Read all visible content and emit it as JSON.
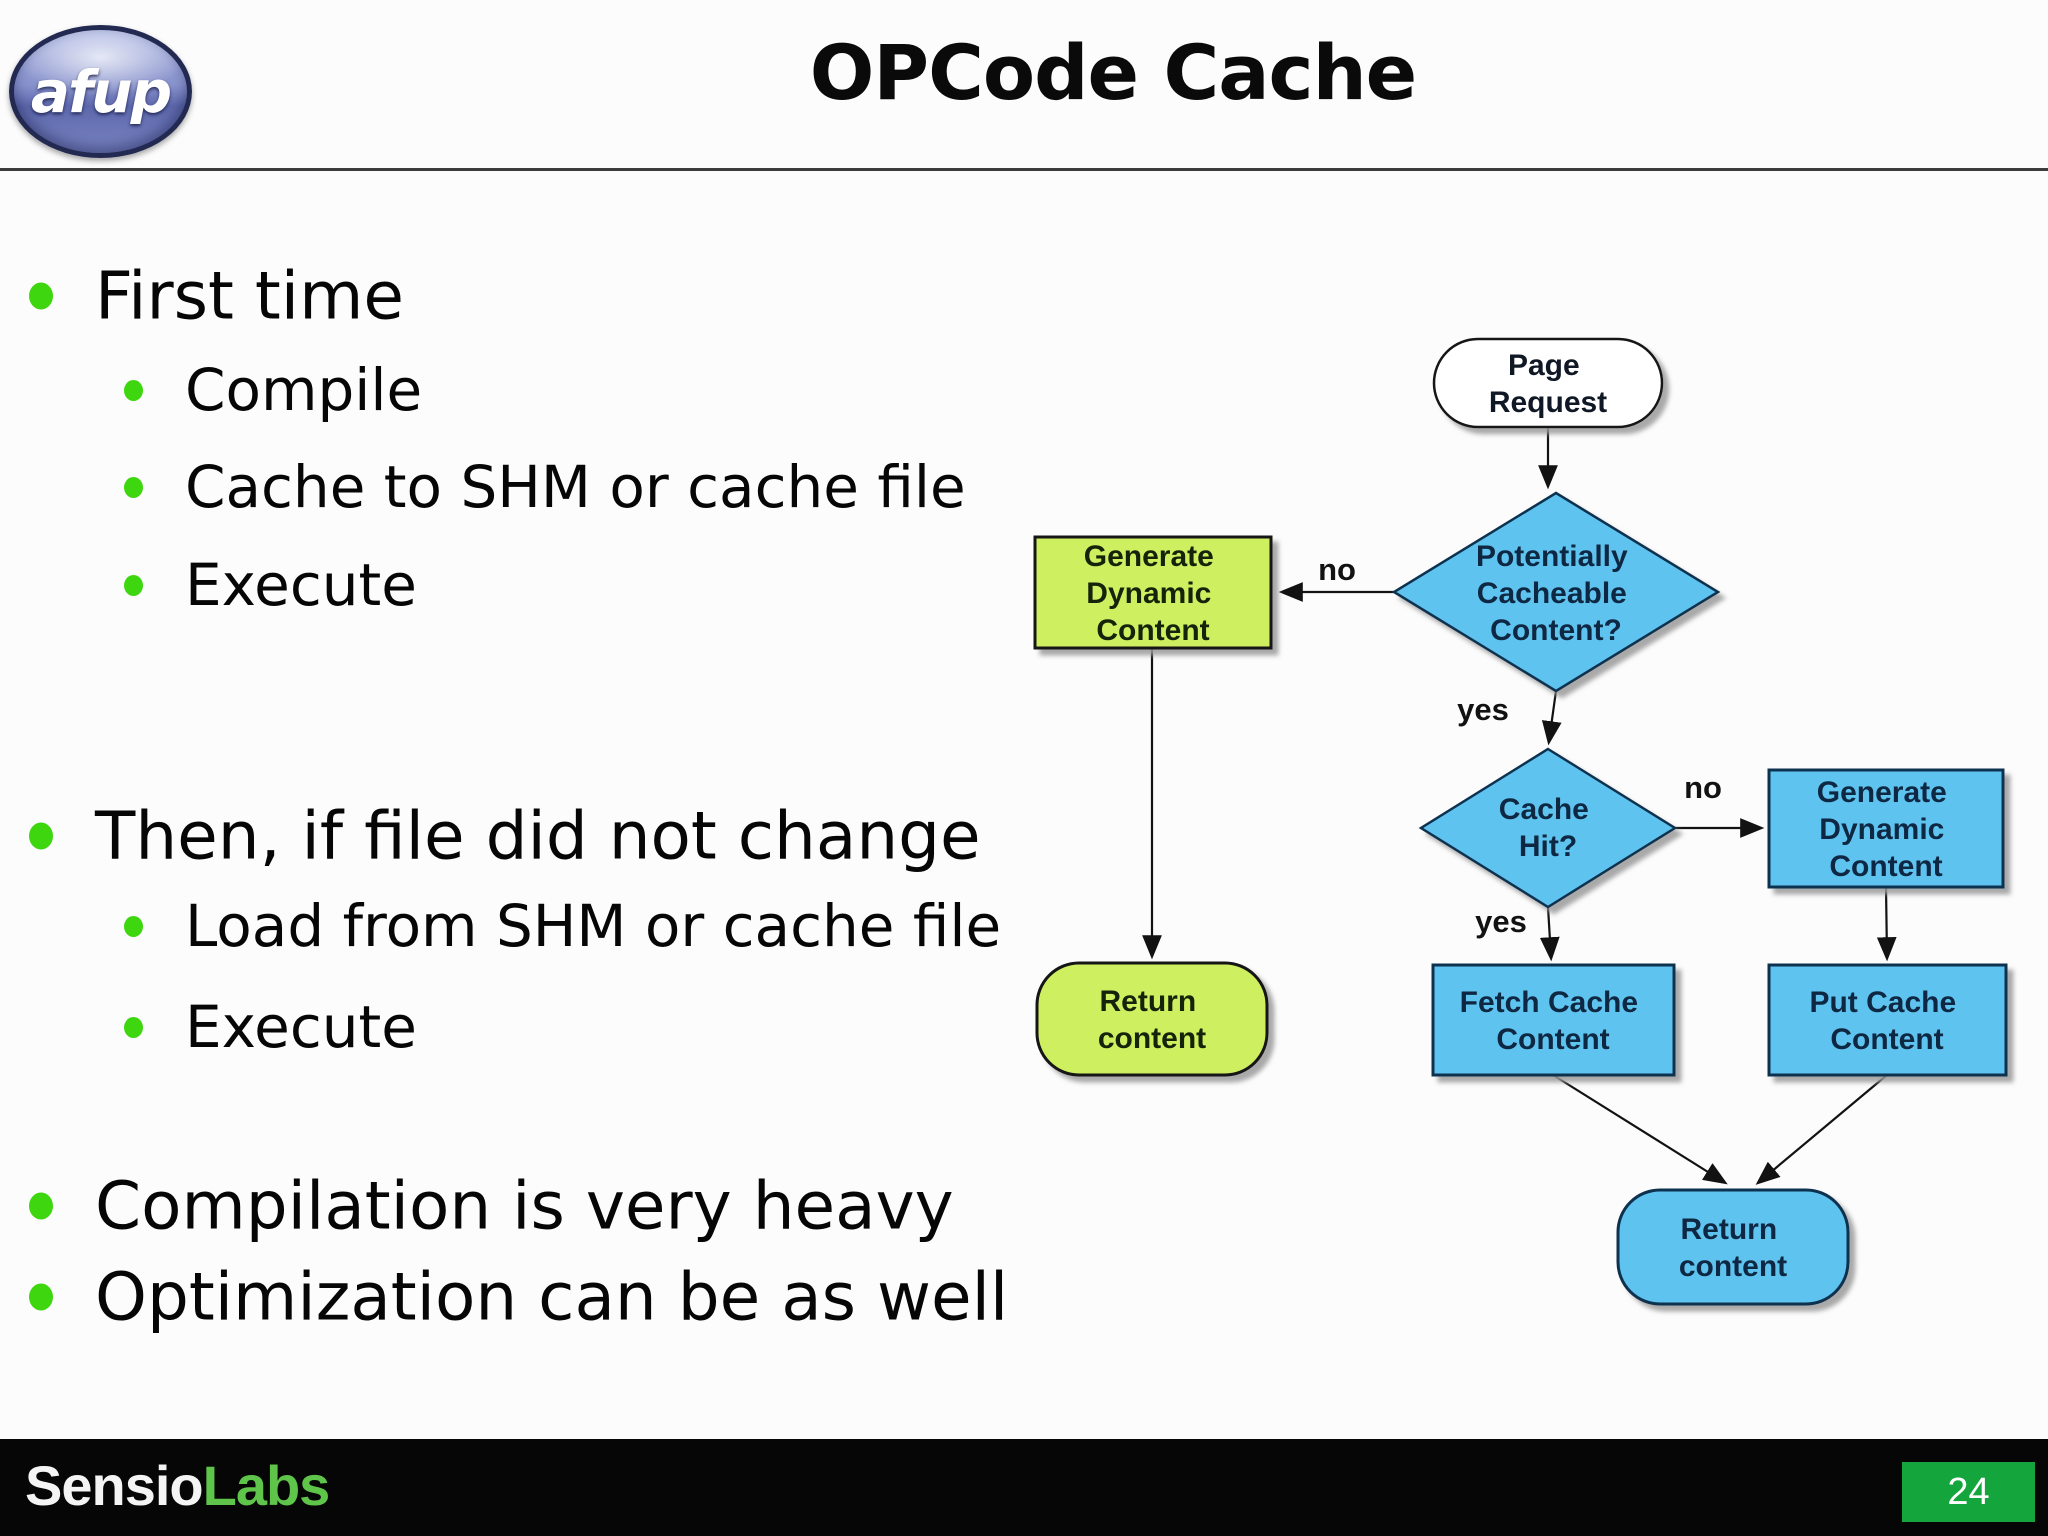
{
  "slide": {
    "logo_text": "afup",
    "title": "OPCode Cache",
    "page_number": "24",
    "brand": {
      "part1": "Sensio",
      "part2": "Labs"
    }
  },
  "bullets": [
    {
      "level": 1,
      "text": "First time"
    },
    {
      "level": 2,
      "text": "Compile"
    },
    {
      "level": 2,
      "text": "Cache to SHM or cache file"
    },
    {
      "level": 2,
      "text": "Execute"
    },
    {
      "level": 1,
      "text": "Then, if file did not change"
    },
    {
      "level": 2,
      "text": "Load from SHM or cache file"
    },
    {
      "level": 2,
      "text": "Execute"
    },
    {
      "level": 1,
      "text": "Compilation is very heavy"
    },
    {
      "level": 1,
      "text": "Optimization can be as well"
    }
  ],
  "flowchart": {
    "page_request": {
      "line1": "Page",
      "line2": "Request"
    },
    "decision_cacheable": {
      "line1": "Potentially",
      "line2": "Cacheable",
      "line3": "Content?"
    },
    "generate_dynamic_left": {
      "line1": "Generate",
      "line2": "Dynamic",
      "line3": "Content"
    },
    "decision_cache_hit": {
      "line1": "Cache",
      "line2": "Hit?"
    },
    "generate_dynamic_right": {
      "line1": "Generate",
      "line2": "Dynamic",
      "line3": "Content"
    },
    "fetch_cache": {
      "line1": "Fetch Cache",
      "line2": "Content"
    },
    "put_cache": {
      "line1": "Put Cache",
      "line2": "Content"
    },
    "return_content_left": {
      "line1": "Return",
      "line2": "content"
    },
    "return_content_bottom": {
      "line1": "Return",
      "line2": "content"
    },
    "labels": {
      "no1": "no",
      "yes1": "yes",
      "no2": "no",
      "yes2": "yes"
    }
  },
  "colors": {
    "box_blue": "#5fc3ef",
    "box_green": "#cdef60",
    "bullet_green": "#3ed60e",
    "brand_labs_green": "#5ec44a",
    "page_badge_green": "#14a53c"
  }
}
